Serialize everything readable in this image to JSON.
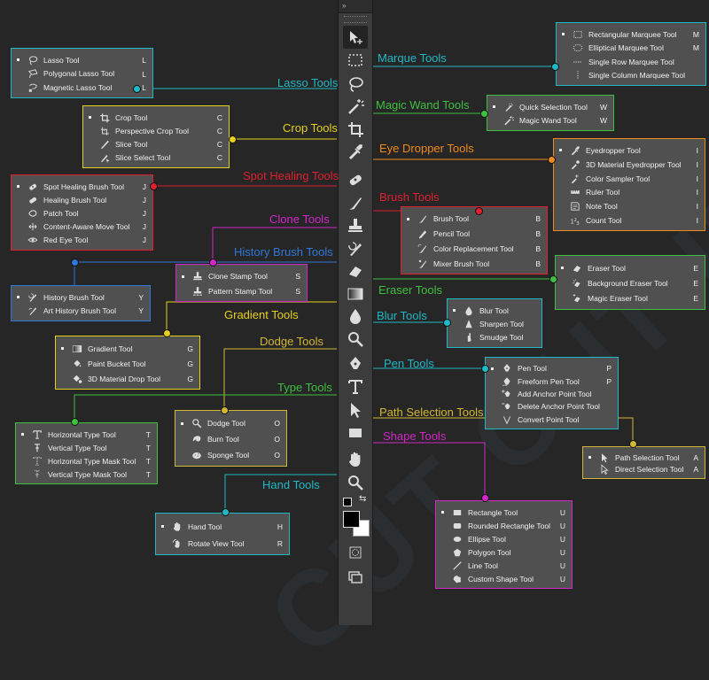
{
  "colors": {
    "background": "#262626",
    "cyan": "#1fb8c6",
    "blue": "#2f78d8",
    "green": "#3fbf3f",
    "yellow": "#e6d01c",
    "red": "#e01f2f",
    "magenta": "#d326c8",
    "orange": "#ef8a1c",
    "olive": "#d2b832"
  },
  "groups": [
    {
      "id": "lasso",
      "heading": "Lasso Tools",
      "color": "#1fb8c6",
      "items": [
        {
          "label": "Lasso Tool",
          "key": "L",
          "icon": "lasso-icon",
          "active": true
        },
        {
          "label": "Polygonal Lasso Tool",
          "key": "L",
          "icon": "polygonal-lasso-icon"
        },
        {
          "label": "Magnetic Lasso Tool",
          "key": "L",
          "icon": "magnetic-lasso-icon"
        }
      ]
    },
    {
      "id": "crop",
      "heading": "Crop Tools",
      "color": "#e6d01c",
      "items": [
        {
          "label": "Crop Tool",
          "key": "C",
          "icon": "crop-icon",
          "active": true
        },
        {
          "label": "Perspective Crop Tool",
          "key": "C",
          "icon": "perspective-crop-icon"
        },
        {
          "label": "Slice Tool",
          "key": "C",
          "icon": "slice-icon"
        },
        {
          "label": "Slice Select Tool",
          "key": "C",
          "icon": "slice-select-icon"
        }
      ]
    },
    {
      "id": "spot",
      "heading": "Spot Healing Tools",
      "color": "#e01f2f",
      "items": [
        {
          "label": "Spot Healing Brush Tool",
          "key": "J",
          "icon": "spot-healing-icon",
          "active": true
        },
        {
          "label": "Healing Brush Tool",
          "key": "J",
          "icon": "healing-brush-icon"
        },
        {
          "label": "Patch Tool",
          "key": "J",
          "icon": "patch-icon"
        },
        {
          "label": "Content-Aware Move Tool",
          "key": "J",
          "icon": "content-aware-move-icon"
        },
        {
          "label": "Red Eye Tool",
          "key": "J",
          "icon": "red-eye-icon"
        }
      ]
    },
    {
      "id": "clone",
      "heading": "Clone  Tools",
      "color": "#d326c8",
      "items": [
        {
          "label": "Clone Stamp Tool",
          "key": "S",
          "icon": "clone-stamp-icon",
          "active": true
        },
        {
          "label": "Pattern Stamp Tool",
          "key": "S",
          "icon": "pattern-stamp-icon"
        }
      ]
    },
    {
      "id": "history",
      "heading": "History Brush  Tools",
      "color": "#2f78d8",
      "items": [
        {
          "label": "History Brush Tool",
          "key": "Y",
          "icon": "history-brush-icon",
          "active": true
        },
        {
          "label": "Art History Brush Tool",
          "key": "Y",
          "icon": "art-history-brush-icon"
        }
      ]
    },
    {
      "id": "gradient",
      "heading": "Gradient   Tools",
      "color": "#e6d01c",
      "items": [
        {
          "label": "Gradient Tool",
          "key": "G",
          "icon": "gradient-icon",
          "active": true
        },
        {
          "label": "Paint Bucket Tool",
          "key": "G",
          "icon": "paint-bucket-icon"
        },
        {
          "label": "3D Material Drop Tool",
          "key": "G",
          "icon": "material-drop-icon"
        }
      ]
    },
    {
      "id": "dodge",
      "heading": "Dodge Tools",
      "color": "#d2b832",
      "items": [
        {
          "label": "Dodge Tool",
          "key": "O",
          "icon": "dodge-icon",
          "active": true
        },
        {
          "label": "Burn Tool",
          "key": "O",
          "icon": "burn-icon"
        },
        {
          "label": "Sponge Tool",
          "key": "O",
          "icon": "sponge-icon"
        }
      ]
    },
    {
      "id": "type",
      "heading": "Type  Tools",
      "color": "#3fbf3f",
      "items": [
        {
          "label": "Horizontal Type Tool",
          "key": "T",
          "icon": "horizontal-type-icon",
          "active": true
        },
        {
          "label": "Vertical Type Tool",
          "key": "T",
          "icon": "vertical-type-icon"
        },
        {
          "label": "Horizontal Type Mask Tool",
          "key": "T",
          "icon": "horizontal-type-mask-icon"
        },
        {
          "label": "Vertical Type Mask Tool",
          "key": "T",
          "icon": "vertical-type-mask-icon"
        }
      ]
    },
    {
      "id": "hand",
      "heading": "Hand Tools",
      "color": "#1fb8c6",
      "items": [
        {
          "label": "Hand Tool",
          "key": "H",
          "icon": "hand-icon",
          "active": true
        },
        {
          "label": "Rotate View Tool",
          "key": "R",
          "icon": "rotate-view-icon"
        }
      ]
    },
    {
      "id": "marquee",
      "heading": "Marque Tools",
      "color": "#1fb8c6",
      "items": [
        {
          "label": "Rectangular Marquee Tool",
          "key": "M",
          "icon": "rectangular-marquee-icon",
          "active": true
        },
        {
          "label": "Elliptical Marquee Tool",
          "key": "M",
          "icon": "elliptical-marquee-icon"
        },
        {
          "label": "Single Row Marquee Tool",
          "key": "",
          "icon": "single-row-marquee-icon"
        },
        {
          "label": "Single Column Marquee Tool",
          "key": "",
          "icon": "single-column-marquee-icon"
        }
      ]
    },
    {
      "id": "wand",
      "heading": "Magic Wand  Tools",
      "color": "#3fbf3f",
      "items": [
        {
          "label": "Quick Selection Tool",
          "key": "W",
          "icon": "quick-selection-icon",
          "active": true
        },
        {
          "label": "Magic Wand Tool",
          "key": "W",
          "icon": "magic-wand-icon"
        }
      ]
    },
    {
      "id": "eyedropper",
      "heading": "Eye Dropper Tools",
      "color": "#ef8a1c",
      "items": [
        {
          "label": "Eyedropper Tool",
          "key": "I",
          "icon": "eyedropper-icon",
          "active": true
        },
        {
          "label": "3D Material Eyedropper Tool",
          "key": "I",
          "icon": "material-eyedropper-icon"
        },
        {
          "label": "Color Sampler Tool",
          "key": "I",
          "icon": "color-sampler-icon"
        },
        {
          "label": "Ruler Tool",
          "key": "I",
          "icon": "ruler-icon"
        },
        {
          "label": "Note Tool",
          "key": "I",
          "icon": "note-icon"
        },
        {
          "label": "Count Tool",
          "key": "I",
          "icon": "count-icon"
        }
      ]
    },
    {
      "id": "brush",
      "heading": "Brush Tools",
      "color": "#e01f2f",
      "items": [
        {
          "label": "Brush Tool",
          "key": "B",
          "icon": "brush-icon",
          "active": true
        },
        {
          "label": "Pencil Tool",
          "key": "B",
          "icon": "pencil-icon"
        },
        {
          "label": "Color Replacement Tool",
          "key": "B",
          "icon": "color-replacement-icon"
        },
        {
          "label": "Mixer Brush Tool",
          "key": "B",
          "icon": "mixer-brush-icon"
        }
      ]
    },
    {
      "id": "eraser",
      "heading": "Eraser Tools",
      "color": "#3fbf3f",
      "items": [
        {
          "label": "Eraser Tool",
          "key": "E",
          "icon": "eraser-icon",
          "active": true
        },
        {
          "label": "Background Eraser Tool",
          "key": "E",
          "icon": "background-eraser-icon"
        },
        {
          "label": "Magic Eraser Tool",
          "key": "E",
          "icon": "magic-eraser-icon"
        }
      ]
    },
    {
      "id": "blur",
      "heading": "Blur Tools",
      "color": "#1fb8c6",
      "items": [
        {
          "label": "Blur Tool",
          "key": "",
          "icon": "blur-icon",
          "active": true
        },
        {
          "label": "Sharpen Tool",
          "key": "",
          "icon": "sharpen-icon"
        },
        {
          "label": "Smudge Tool",
          "key": "",
          "icon": "smudge-icon"
        }
      ]
    },
    {
      "id": "pen",
      "heading": "Pen Tools",
      "color": "#1fb8c6",
      "items": [
        {
          "label": "Pen Tool",
          "key": "P",
          "icon": "pen-icon",
          "active": true
        },
        {
          "label": "Freeform Pen Tool",
          "key": "P",
          "icon": "freeform-pen-icon"
        },
        {
          "label": "Add Anchor Point Tool",
          "key": "",
          "icon": "add-anchor-icon"
        },
        {
          "label": "Delete Anchor Point Tool",
          "key": "",
          "icon": "delete-anchor-icon"
        },
        {
          "label": "Convert Point Tool",
          "key": "",
          "icon": "convert-point-icon"
        }
      ]
    },
    {
      "id": "pathsel",
      "heading": "Path Selection Tools",
      "color": "#d2b832",
      "items": [
        {
          "label": "Path Selection Tool",
          "key": "A",
          "icon": "path-selection-icon",
          "active": true
        },
        {
          "label": "Direct Selection Tool",
          "key": "A",
          "icon": "direct-selection-icon"
        }
      ]
    },
    {
      "id": "shape",
      "heading": "Shape  Tools",
      "color": "#d326c8",
      "items": [
        {
          "label": "Rectangle Tool",
          "key": "U",
          "icon": "rectangle-icon",
          "active": true
        },
        {
          "label": "Rounded Rectangle Tool",
          "key": "U",
          "icon": "rounded-rectangle-icon"
        },
        {
          "label": "Ellipse Tool",
          "key": "U",
          "icon": "ellipse-icon"
        },
        {
          "label": "Polygon Tool",
          "key": "U",
          "icon": "polygon-icon"
        },
        {
          "label": "Line Tool",
          "key": "U",
          "icon": "line-icon"
        },
        {
          "label": "Custom Shape Tool",
          "key": "U",
          "icon": "custom-shape-icon"
        }
      ]
    }
  ],
  "toolbar": {
    "collapse_glyph": "»",
    "tools": [
      "move-icon",
      "marquee-icon",
      "lasso-icon",
      "magic-wand-icon",
      "crop-icon",
      "eyedropper-icon",
      "spot-healing-icon",
      "brush-icon",
      "clone-stamp-icon",
      "history-brush-icon",
      "eraser-icon",
      "gradient-icon",
      "blur-icon",
      "dodge-icon",
      "pen-icon",
      "type-icon",
      "path-selection-icon",
      "rectangle-icon",
      "hand-icon",
      "zoom-icon"
    ],
    "foreground_color": "#000000",
    "background_color": "#ffffff"
  }
}
